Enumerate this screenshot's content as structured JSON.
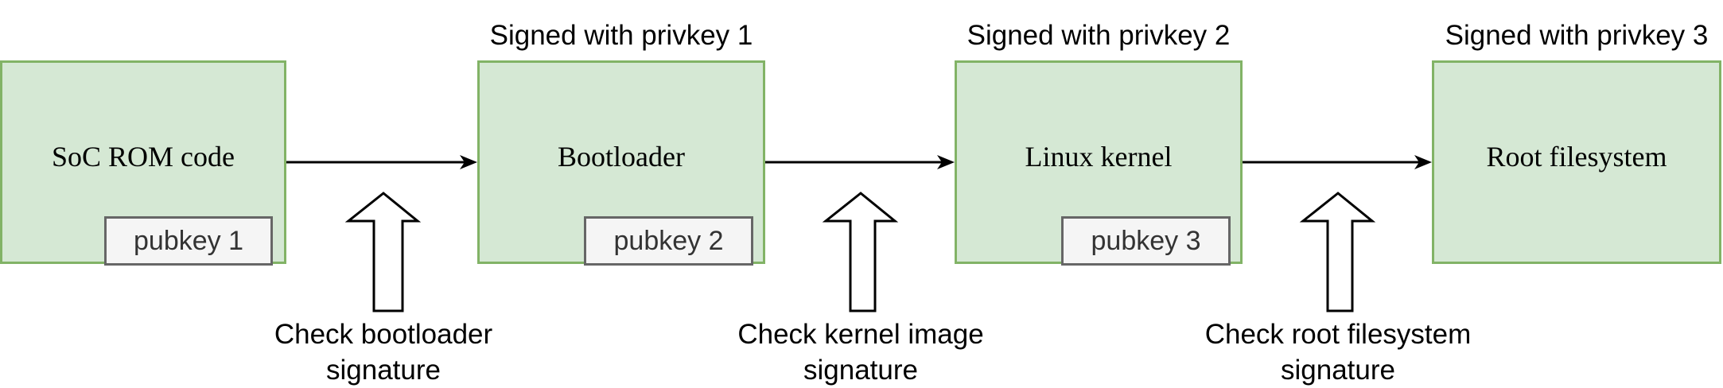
{
  "stages": [
    {
      "label": "SoC ROM code",
      "signed_with": "",
      "pubkey": "pubkey 1"
    },
    {
      "label": "Bootloader",
      "signed_with": "Signed with privkey 1",
      "pubkey": "pubkey 2"
    },
    {
      "label": "Linux kernel",
      "signed_with": "Signed with privkey 2",
      "pubkey": "pubkey 3"
    },
    {
      "label": "Root filesystem",
      "signed_with": "Signed with privkey 3",
      "pubkey": ""
    }
  ],
  "checks": [
    {
      "line1": "Check bootloader",
      "line2": "signature"
    },
    {
      "line1": "Check kernel image",
      "line2": "signature"
    },
    {
      "line1": "Check root filesystem",
      "line2": "signature"
    }
  ],
  "colors": {
    "stage_fill": "#d5e8d4",
    "stage_border": "#82b366",
    "key_fill": "#f5f5f5",
    "key_border": "#666666"
  }
}
